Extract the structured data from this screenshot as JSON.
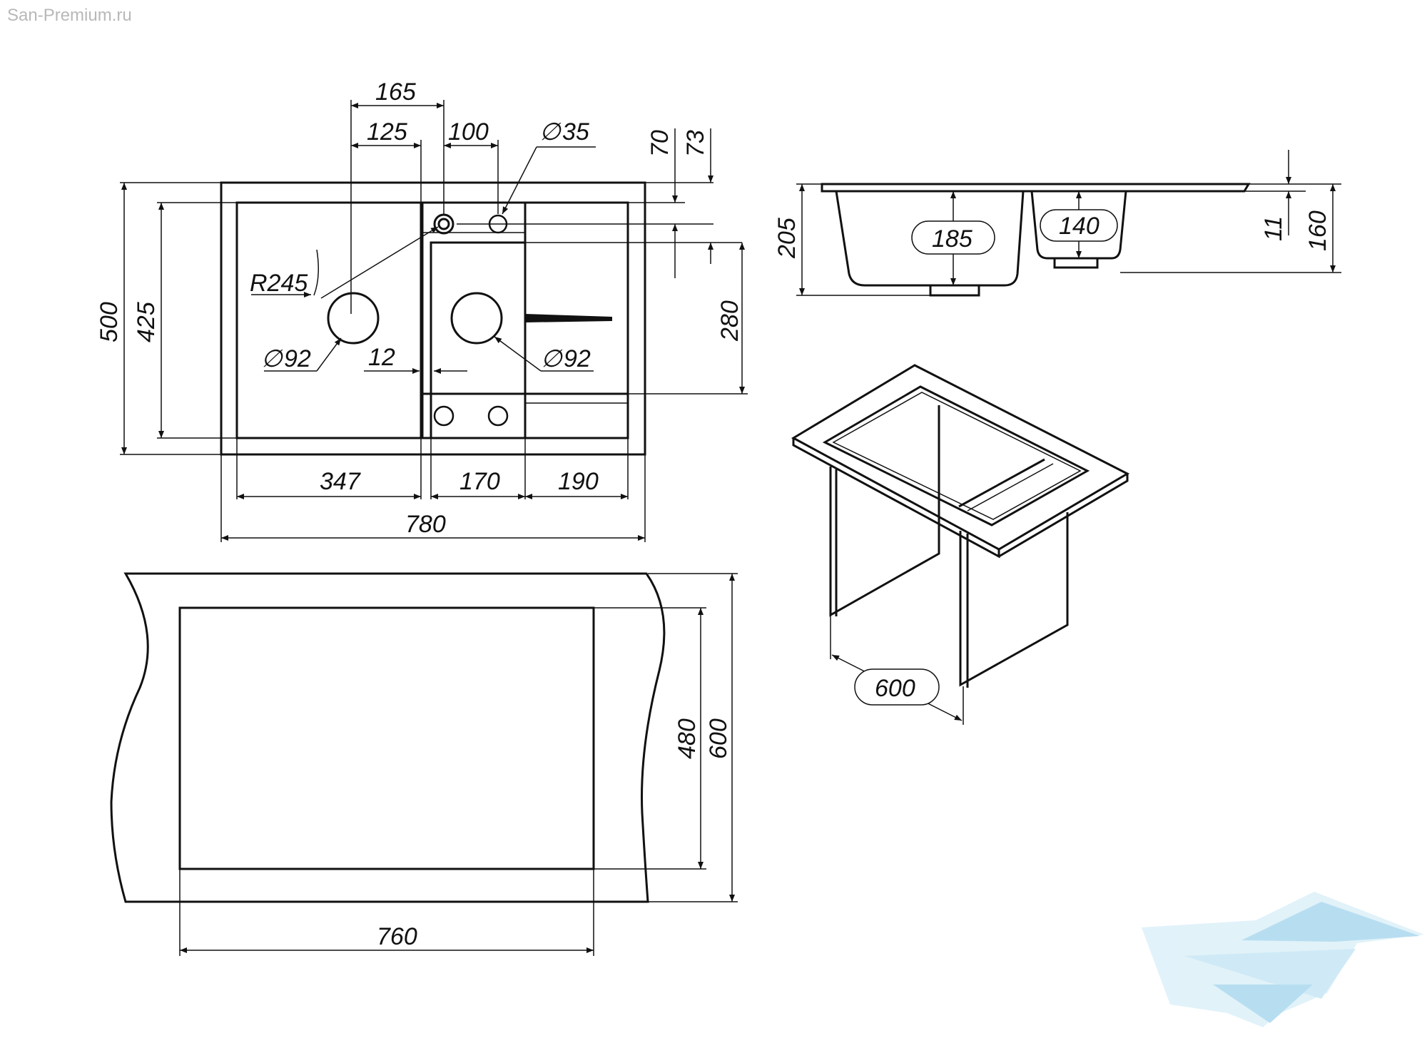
{
  "watermark": "San-Premium.ru",
  "logo": {
    "name": "san-premium-bird-logo",
    "color": "#9fd4ec"
  },
  "top_view": {
    "width_labels": [
      "347",
      "170",
      "190"
    ],
    "overall_width": "780",
    "top_labels": [
      "165",
      "125",
      "100"
    ],
    "tap_hole": "35",
    "drain_left": "92",
    "drain_right": "92",
    "radius": "R245",
    "gap": "12",
    "heights": {
      "outer": "500",
      "bowl": "425",
      "small_bowl": "280",
      "top_a": "70",
      "top_b": "73"
    }
  },
  "side_view": {
    "depth_big": "185",
    "depth_small": "140",
    "overall_depth": "205",
    "rim": "11",
    "height": "160"
  },
  "cabinet": {
    "size": "600"
  },
  "cutout": {
    "width": "760",
    "inner_height": "480",
    "outer_height": "600"
  }
}
